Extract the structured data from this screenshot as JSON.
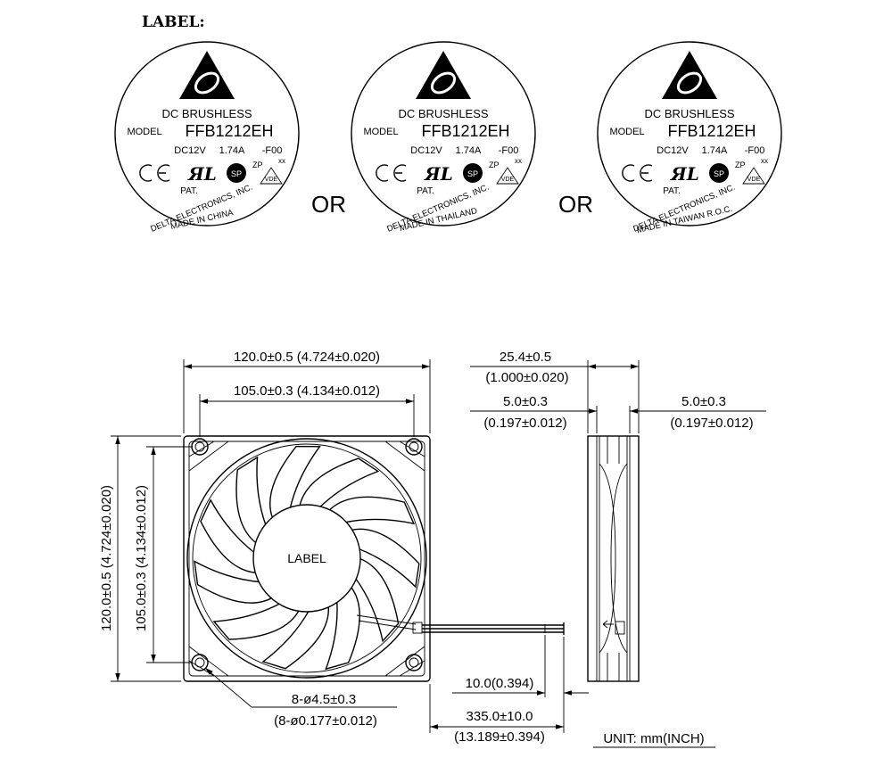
{
  "header": {
    "label_title": "LABEL:"
  },
  "labels": [
    {
      "type_text": "DC BRUSHLESS",
      "model_caption": "MODEL",
      "model": "FFB1212EH",
      "voltage": "DC12V",
      "current": "1.74A",
      "suffix": "-F00",
      "cert_zp": "ZP",
      "cert_xx": "xx",
      "cert_vde": "VDE",
      "pat": "PAT.",
      "maker": "DELTA ELECTRONICS, INC.",
      "origin": "MADE IN CHINA"
    },
    {
      "type_text": "DC BRUSHLESS",
      "model_caption": "MODEL",
      "model": "FFB1212EH",
      "voltage": "DC12V",
      "current": "1.74A",
      "suffix": "-F00",
      "cert_zp": "ZP",
      "cert_xx": "xx",
      "cert_vde": "VDE",
      "pat": "PAT.",
      "maker": "DELTA ELECTRONICS, INC.",
      "origin": "MADE IN THAILAND"
    },
    {
      "type_text": "DC BRUSHLESS",
      "model_caption": "MODEL",
      "model": "FFB1212EH",
      "voltage": "DC12V",
      "current": "1.74A",
      "suffix": "-F00",
      "cert_zp": "ZP",
      "cert_xx": "xx",
      "cert_vde": "VDE",
      "pat": "PAT.",
      "maker": "DELTA ELECTRONICS, INC.",
      "origin": "MADE IN TAIWAN R.O.C."
    }
  ],
  "separators": [
    "OR",
    "OR"
  ],
  "front_view": {
    "hub_label": "LABEL",
    "dim_width_outer": "120.0±0.5 (4.724±0.020)",
    "dim_width_holes": "105.0±0.3 (4.134±0.012)",
    "dim_height_outer": "120.0±0.5 (4.724±0.020)",
    "dim_height_holes": "105.0±0.3 (4.134±0.012)",
    "dim_hole_mm": "8-ø4.5±0.3",
    "dim_hole_in": "(8-ø0.177±0.012)"
  },
  "side_view": {
    "dim_depth_mm": "25.4±0.5",
    "dim_depth_in": "(1.000±0.020)",
    "dim_flange_left_mm": "5.0±0.3",
    "dim_flange_left_in": "(0.197±0.012)",
    "dim_flange_right_mm": "5.0±0.3",
    "dim_flange_right_in": "(0.197±0.012)"
  },
  "lead_wire": {
    "dim_strip": "10.0(0.394)",
    "dim_length_mm": "335.0±10.0",
    "dim_length_in": "(13.189±0.394)"
  },
  "unit_note": "UNIT: mm(INCH)"
}
